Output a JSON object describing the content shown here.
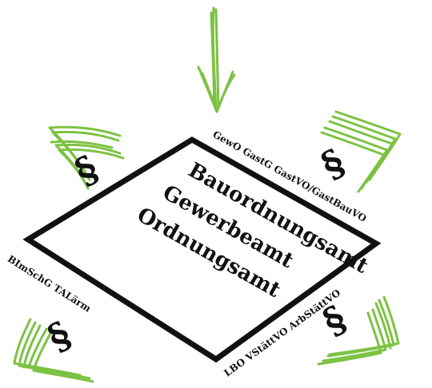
{
  "authorities": [
    "Bauordnungsamt",
    "Gewerbeamt",
    "Ordnungsamt"
  ],
  "laws": {
    "top_right_edge": "GewO GastG GastVO/GastBauVO",
    "bottom_right_edge": "LBO VStättVO ArbStättVO",
    "bottom_left_edge": "BImSchG TALärm"
  },
  "paragraph_symbol": "§",
  "colors": {
    "arrow": "#7cc242",
    "frame": "#111111",
    "text": "#111111",
    "background": "#ffffff"
  },
  "icons": [
    "down-arrow-icon",
    "chevron-arrow-icon",
    "paragraph-icon"
  ]
}
